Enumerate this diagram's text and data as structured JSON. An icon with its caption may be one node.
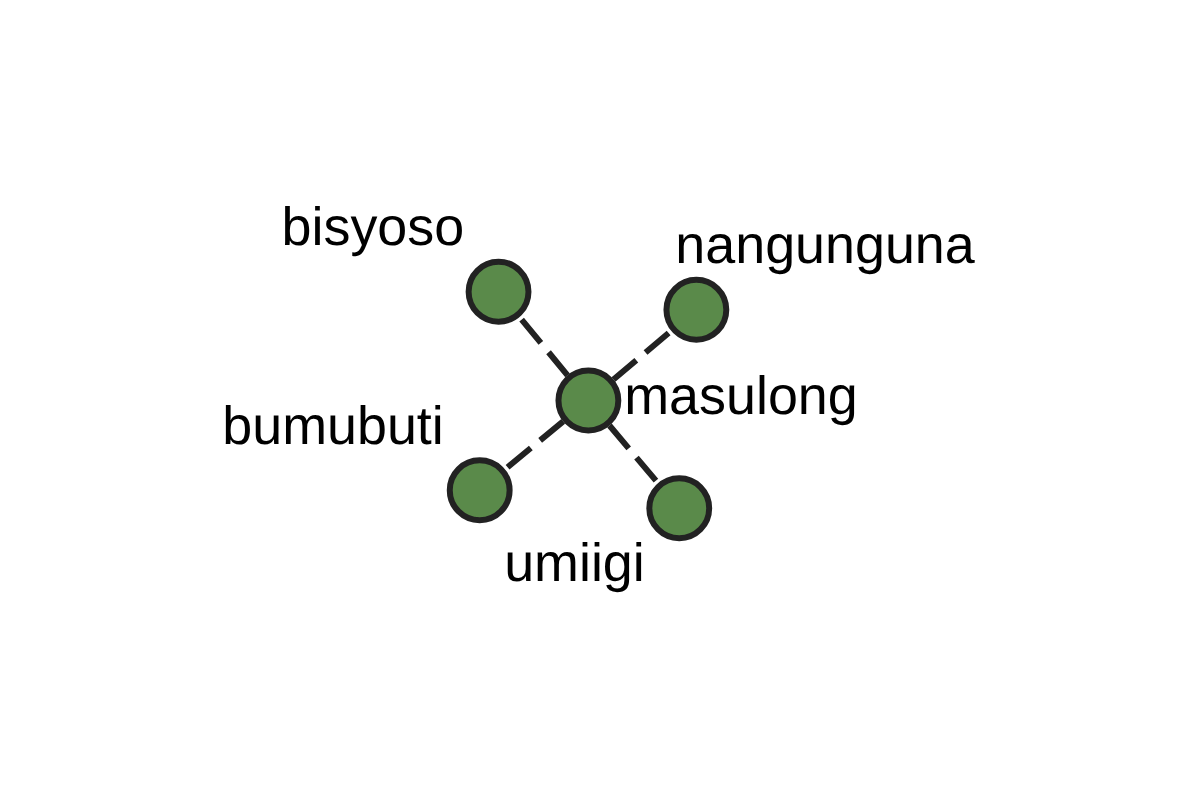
{
  "diagram": {
    "nodes": [
      {
        "text": [
          "bumubuti"
        ]
      },
      {
        "text": [
          "umiigi"
        ]
      },
      {
        "text": [
          "masulong"
        ]
      },
      {
        "text": [
          "bisyoso"
        ]
      },
      {
        "text": [
          "nangunguna"
        ]
      }
    ],
    "edges": [
      {
        "from": 2,
        "to": 0,
        "arrow": "none",
        "style": "dashed"
      },
      {
        "from": 2,
        "to": 1,
        "arrow": "none",
        "style": "dashed"
      },
      {
        "from": 2,
        "to": 3,
        "arrow": "none",
        "style": "dashed"
      },
      {
        "from": 2,
        "to": 4,
        "arrow": "none",
        "style": "dashed"
      }
    ]
  }
}
